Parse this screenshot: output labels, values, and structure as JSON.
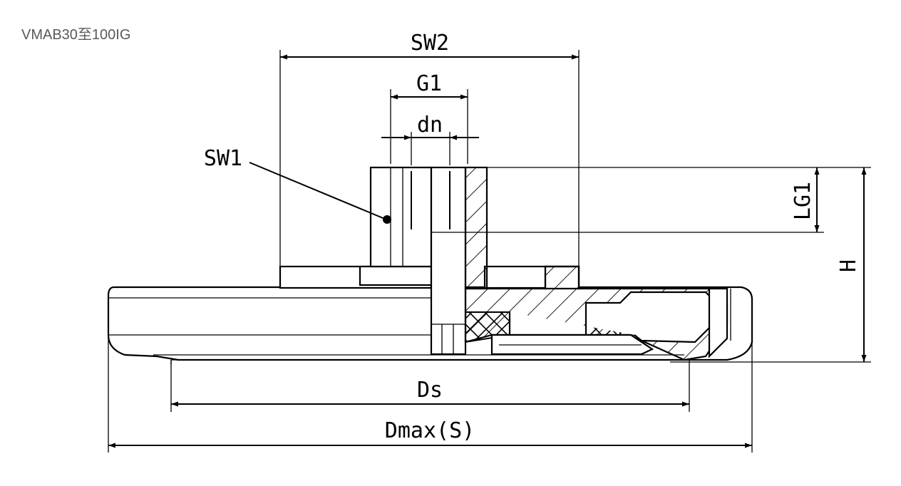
{
  "title": "VMAB30至100IG",
  "dimensions": {
    "sw2": "SW2",
    "g1": "G1",
    "dn": "dn",
    "sw1": "SW1",
    "lg1": "LG1",
    "h": "H",
    "ds": "Ds",
    "dmax": "Dmax(S)"
  },
  "colors": {
    "line": "#000000",
    "title": "#5a5a5a"
  }
}
